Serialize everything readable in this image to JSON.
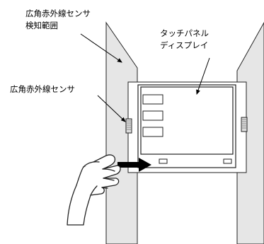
{
  "labels": {
    "sensor_range_line1": "広角赤外線センサ",
    "sensor_range_line2": "検知範囲",
    "sensor": "広角赤外線センサ",
    "panel_line1": "タッチパネル",
    "panel_line2": "ディスプレイ"
  },
  "colors": {
    "panel_fill": "#e6e6e6",
    "stroke": "#222222",
    "arrow": "#000000"
  }
}
